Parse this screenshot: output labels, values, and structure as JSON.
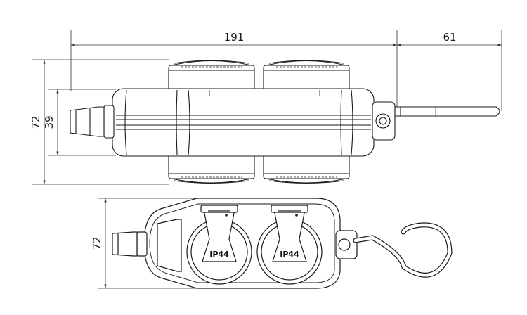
{
  "dimensions": {
    "top_length": "191",
    "cable_length": "61",
    "total_height": "72",
    "body_height": "39",
    "bottom_height": "72"
  },
  "socket_labels": [
    "IP44",
    "IP44"
  ],
  "colors": {
    "line": "#1a1a1a",
    "dimension": "#333333",
    "background": "#ffffff"
  }
}
